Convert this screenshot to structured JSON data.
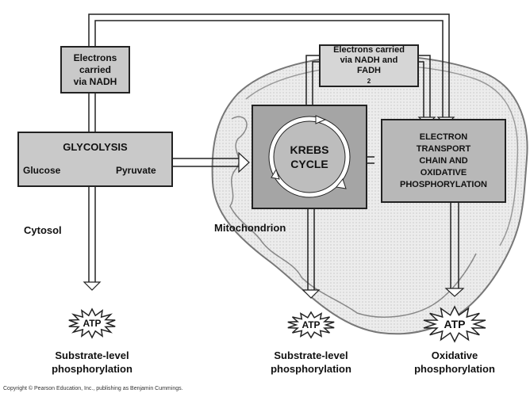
{
  "nadh_glycolysis": {
    "line1": "Electrons",
    "line2": "carried",
    "line3": "via NADH"
  },
  "nadh_krebs": {
    "line1": "Electrons carried",
    "line2": "via NADH and",
    "line3": "FADH",
    "line3_sub": "2"
  },
  "glycolysis": {
    "title": "GLYCOLYSIS",
    "from": "Glucose",
    "to": "Pyruvate"
  },
  "krebs": {
    "line1": "KREBS",
    "line2": "CYCLE"
  },
  "etc": {
    "line1": "ELECTRON",
    "line2": "TRANSPORT",
    "line3": "CHAIN AND",
    "line4": "OXIDATIVE",
    "line5": "PHOSPHORYLATION"
  },
  "labels": {
    "cytosol": "Cytosol",
    "mitochondrion": "Mitochondrion"
  },
  "atp": [
    {
      "text": "ATP",
      "caption1": "Substrate-level",
      "caption2": "phosphorylation"
    },
    {
      "text": "ATP",
      "caption1": "Substrate-level",
      "caption2": "phosphorylation"
    },
    {
      "text": "ATP",
      "caption1": "Oxidative",
      "caption2": "phosphorylation"
    }
  ],
  "copyright": "Copyright © Pearson Education, Inc., publishing as Benjamin Cummings.",
  "colors": {
    "box_fill": "#c9c9c9",
    "mito_fill": "#e8e8e8",
    "krebs_fill": "#9e9e9e",
    "line": "#222222"
  }
}
